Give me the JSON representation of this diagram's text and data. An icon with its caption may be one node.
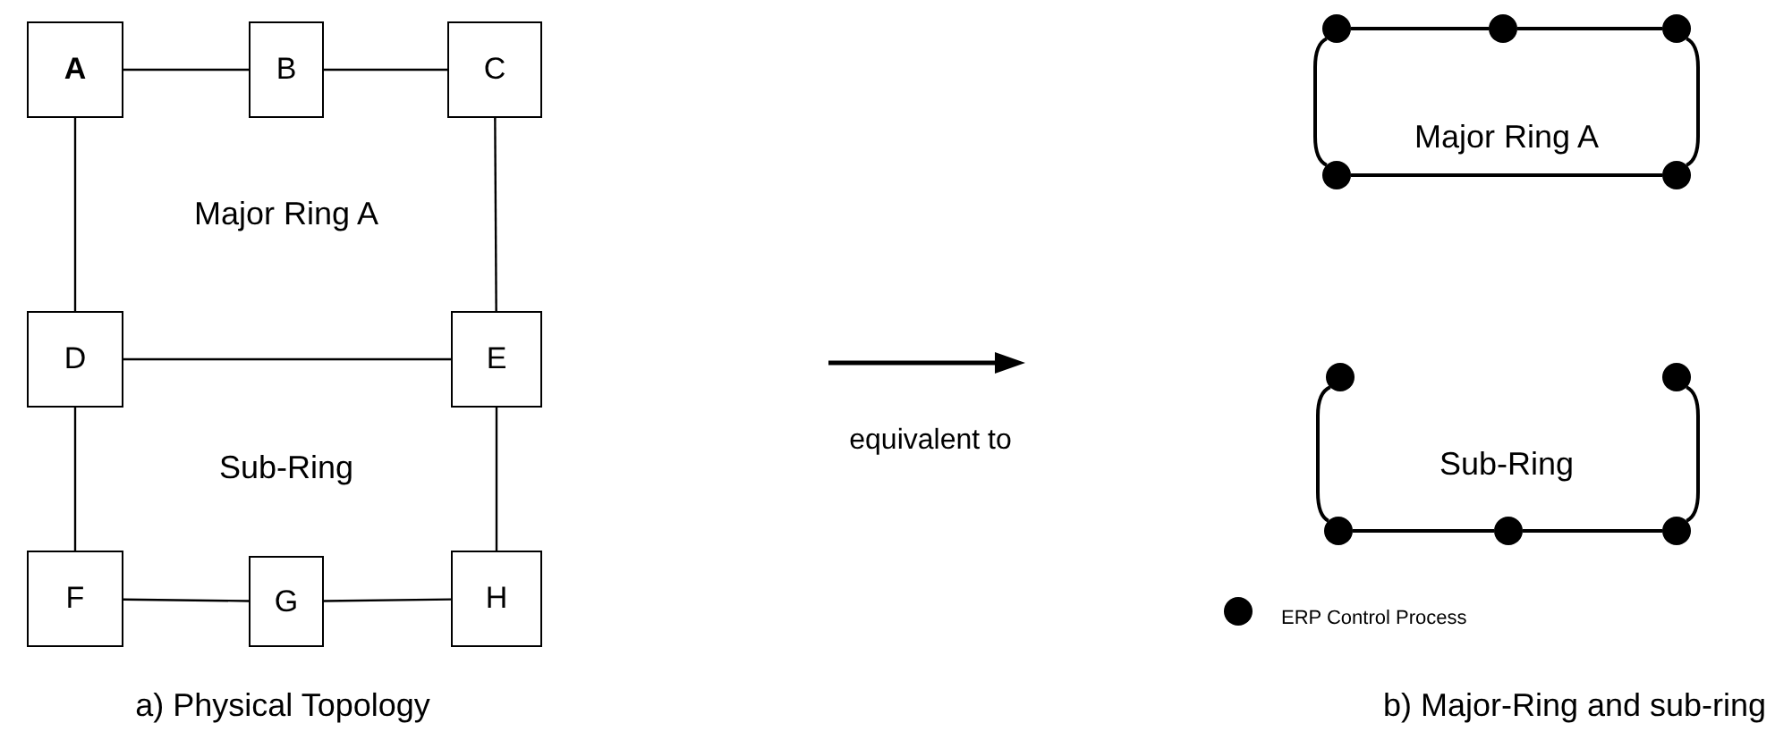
{
  "diagram": {
    "nodes": [
      {
        "text": [
          "A"
        ]
      },
      {
        "text": [
          "B"
        ]
      },
      {
        "text": [
          "C"
        ]
      },
      {
        "text": [
          "D"
        ]
      },
      {
        "text": [
          "E"
        ]
      },
      {
        "text": [
          "F"
        ]
      },
      {
        "text": [
          "G"
        ]
      },
      {
        "text": [
          "H"
        ]
      },
      {
        "text": [],
        "shape": "circle"
      },
      {
        "text": [],
        "shape": "circle"
      },
      {
        "text": [],
        "shape": "circle"
      },
      {
        "text": [],
        "shape": "circle"
      },
      {
        "text": [],
        "shape": "circle"
      },
      {
        "text": [],
        "shape": "circle"
      },
      {
        "text": [],
        "shape": "circle"
      },
      {
        "text": [],
        "shape": "circle"
      },
      {
        "text": [],
        "shape": "circle"
      },
      {
        "text": [],
        "shape": "circle"
      }
    ],
    "edges": [
      {
        "from": 0,
        "to": 1,
        "arrow": "none"
      },
      {
        "from": 1,
        "to": 2,
        "arrow": "none"
      },
      {
        "from": 0,
        "to": 3,
        "arrow": "none"
      },
      {
        "from": 2,
        "to": 4,
        "arrow": "none"
      },
      {
        "from": 3,
        "to": 4,
        "arrow": "none"
      },
      {
        "from": 3,
        "to": 5,
        "arrow": "none"
      },
      {
        "from": 4,
        "to": 7,
        "arrow": "none"
      },
      {
        "from": 5,
        "to": 6,
        "arrow": "none"
      },
      {
        "from": 6,
        "to": 7,
        "arrow": "none"
      },
      {
        "from": 8,
        "to": 9,
        "arrow": "none"
      },
      {
        "from": 9,
        "to": 10,
        "arrow": "none"
      },
      {
        "from": 10,
        "to": 12,
        "arrow": "none"
      },
      {
        "from": 8,
        "to": 11,
        "arrow": "none"
      },
      {
        "from": 11,
        "to": 12,
        "arrow": "none"
      },
      {
        "from": 13,
        "to": 15,
        "arrow": "none"
      },
      {
        "from": 15,
        "to": 16,
        "arrow": "none"
      },
      {
        "from": 16,
        "to": 17,
        "arrow": "none"
      },
      {
        "from": 17,
        "to": 14,
        "arrow": "none"
      }
    ],
    "labels": [
      "Major Ring A",
      "Sub-Ring",
      "equivalent to",
      "Major Ring A",
      "Sub-Ring",
      "a) Physical Topology",
      "b) Major-Ring and sub-ring"
    ],
    "legend": [
      {
        "text": "ERP Control Process"
      }
    ]
  }
}
